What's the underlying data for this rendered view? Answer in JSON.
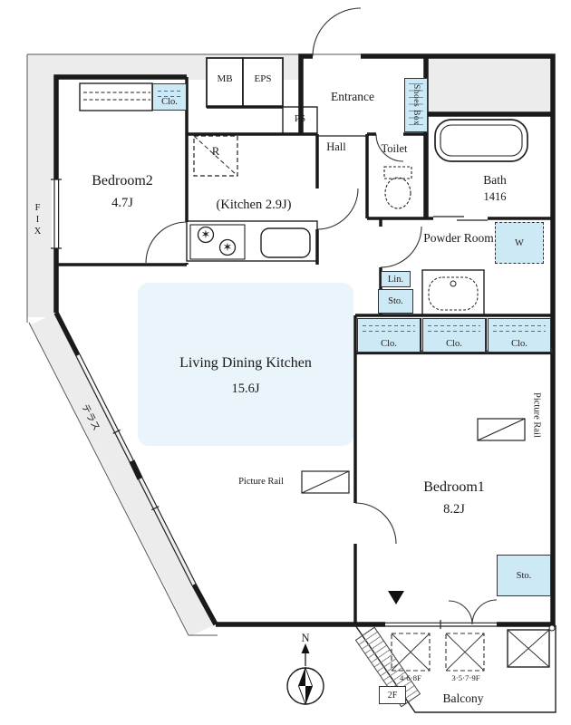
{
  "plan": {
    "rooms": {
      "bedroom2": {
        "name": "Bedroom2",
        "size": "4.7J"
      },
      "kitchen": {
        "label": "(Kitchen 2.9J)"
      },
      "ldk": {
        "name": "Living Dining Kitchen",
        "size": "15.6J"
      },
      "bedroom1": {
        "name": "Bedroom1",
        "size": "8.2J"
      },
      "entrance": {
        "label": "Entrance"
      },
      "hall": {
        "label": "Hall"
      },
      "toilet": {
        "label": "Toilet"
      },
      "bath": {
        "name": "Bath",
        "size": "1416"
      },
      "powder_room": {
        "label": "Powder Room"
      },
      "balcony": {
        "label": "Balcony"
      }
    },
    "fixtures": {
      "mb": "MB",
      "eps": "EPS",
      "ps": "PS",
      "refrigerator": "R",
      "fix_window": "FIX",
      "shoes_box": "Shoes Box",
      "washer": "W",
      "linen": "Lin.",
      "storage": "Sto.",
      "closet": "Clo.",
      "picture_rail": "Picture Rail",
      "terrace": "テラス"
    },
    "balcony_markers": {
      "hatch_floors_a": "4·6·8F",
      "hatch_floors_b": "3·5·7·9F",
      "second_floor": "2F"
    },
    "compass": {
      "north": "N"
    },
    "icons": {
      "burner": "✶"
    },
    "colors": {
      "highlight_box": "#cde9f6",
      "ldk_tint": "#e9f4fb",
      "exterior_gray": "#ececec",
      "wall": "#1a1a1a"
    }
  }
}
